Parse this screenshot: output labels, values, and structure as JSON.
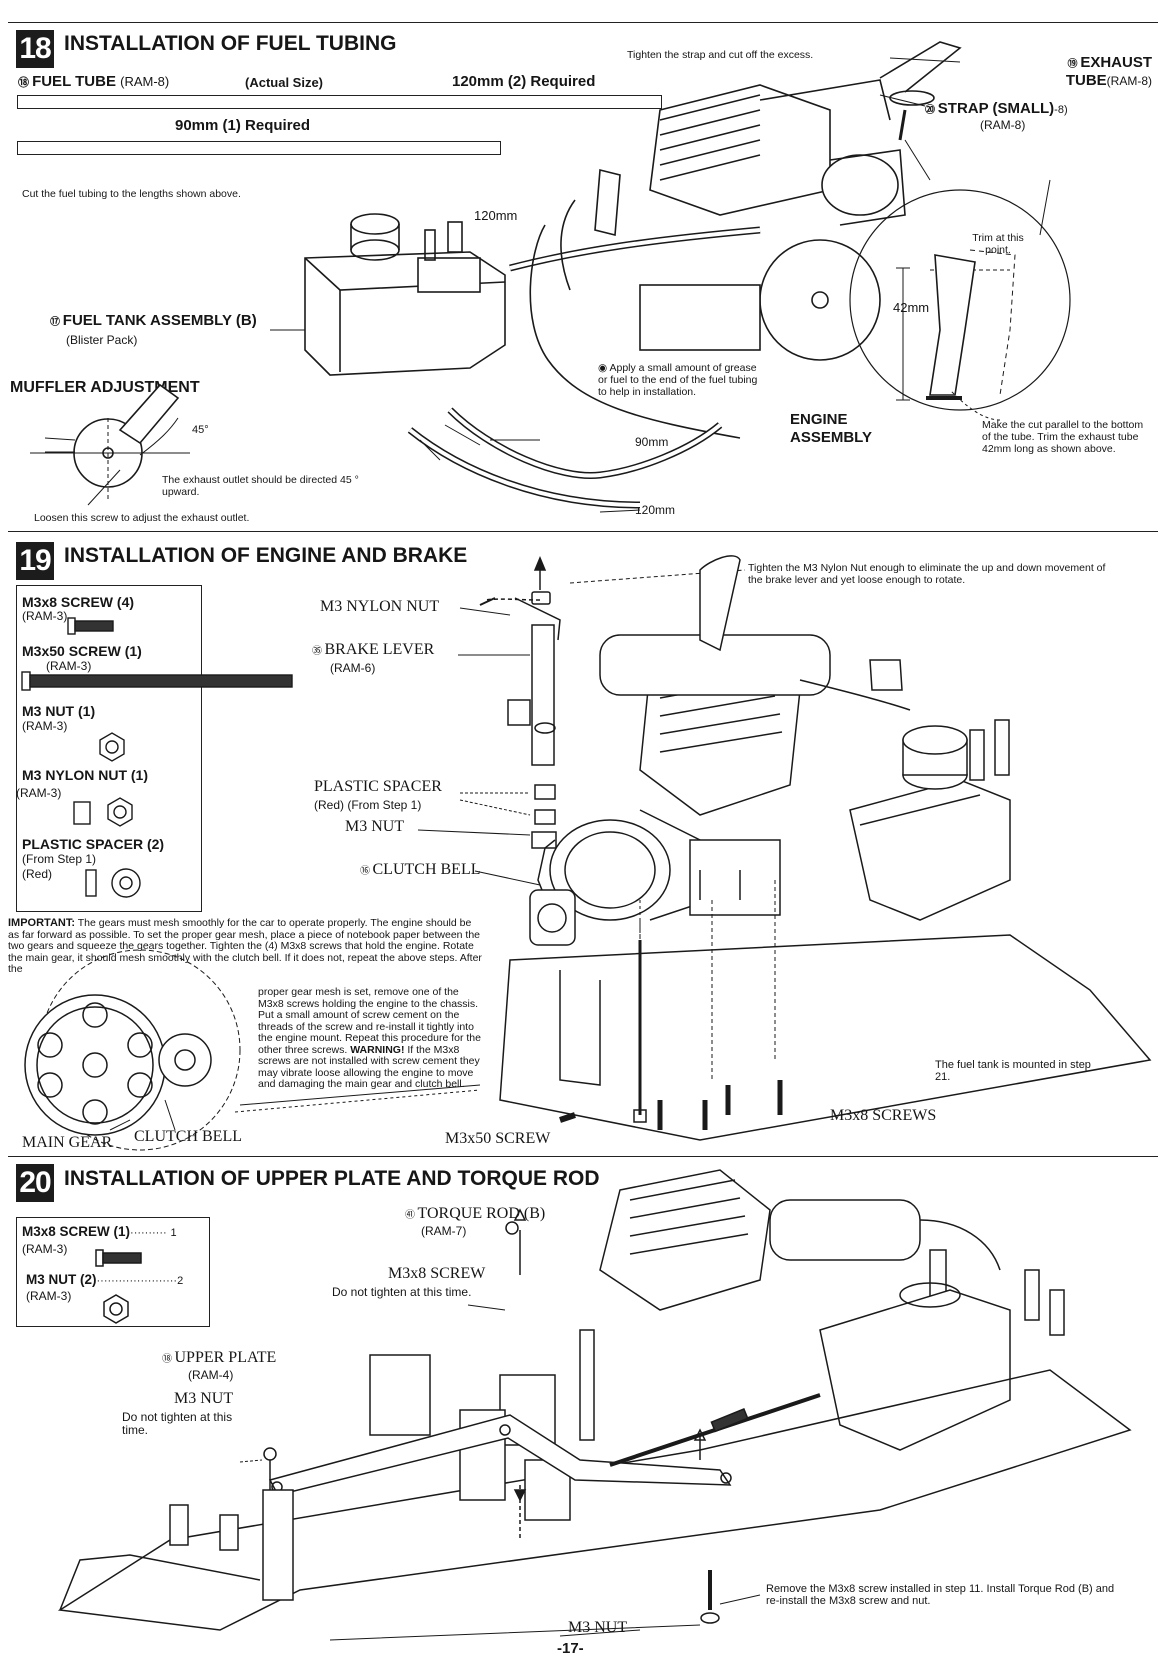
{
  "page_number": "-17-",
  "step18": {
    "number": "18",
    "title": "INSTALLATION OF FUEL TUBING",
    "fuel_tube_label": "FUEL TUBE",
    "fuel_tube_ref": "(RAM-8)",
    "actual_size": "(Actual Size)",
    "tube_120": "120mm (2) Required",
    "tube_90": "90mm (1) Required",
    "cut_note": "Cut the fuel tubing to the lengths shown above.",
    "tighten_strap": "Tighten the strap and cut off the excess.",
    "exhaust_tube": "EXHAUST",
    "exhaust_tube2": "TUBE",
    "exhaust_tube_ref": "(RAM-8)",
    "strap_small": "STRAP (SMALL)",
    "strap_ref": "(RAM-8)",
    "trim_note": "Trim at this point.",
    "dim_42": "42mm",
    "cut_parallel": "Make the cut parallel to the bottom of the tube. Trim the exhaust tube 42mm long as shown above.",
    "len_120_top": "120mm",
    "len_90": "90mm",
    "len_120_bottom": "120mm",
    "grease_note": "Apply a small amount of grease or fuel to the end of the fuel tubing to help in installation.",
    "engine_assembly": "ENGINE ASSEMBLY",
    "fuel_tank": "FUEL TANK ASSEMBLY (B)",
    "fuel_tank_ref": "(Blister Pack)",
    "muffler_adj": "MUFFLER ADJUSTMENT",
    "angle_45": "45°",
    "exhaust_dir": "The exhaust outlet should be directed 45 ° upward.",
    "loosen_screw": "Loosen this screw to adjust the exhaust outlet."
  },
  "step19": {
    "number": "19",
    "title": "INSTALLATION OF ENGINE AND BRAKE",
    "parts": [
      {
        "name": "M3x8 SCREW (4)",
        "ref": "(RAM-3)"
      },
      {
        "name": "M3x50 SCREW (1)",
        "ref": "(RAM-3)"
      },
      {
        "name": "M3 NUT (1)",
        "ref": "(RAM-3)"
      },
      {
        "name": "M3 NYLON NUT (1)",
        "ref": "(RAM-3)"
      },
      {
        "name": "PLASTIC SPACER (2)",
        "ref": "(From Step 1)",
        "ref2": "(Red)"
      }
    ],
    "nylon_nut_callout": "M3 NYLON NUT",
    "brake_lever": "BRAKE LEVER",
    "brake_lever_ref": "(RAM-6)",
    "plastic_spacer": "PLASTIC SPACER",
    "plastic_spacer_ref": "(Red) (From Step 1)",
    "m3_nut": "M3 NUT",
    "clutch_bell": "CLUTCH BELL",
    "tighten_nylon": "Tighten the M3 Nylon Nut enough to eliminate the up and down movement of the brake lever and yet loose enough to rotate.",
    "important_label": "IMPORTANT:",
    "important_text": "The gears must mesh smoothly for the car to operate properly. The engine should be as far forward as possible. To set the proper gear mesh, place a piece of notebook paper between the two gears and squeeze the gears together. Tighten the (4) M3x8 screws that hold the engine. Rotate the main gear, it should mesh smoothly with the clutch bell. If it does not, repeat the above steps. After the",
    "important_text2": "proper gear mesh is set, remove one of the M3x8 screws holding the engine to the chassis. Put a small amount of screw cement on the threads of the screw and re-install it tightly into the engine mount. Repeat this procedure for the other three screws.",
    "warning_label": "WARNING!",
    "warning_text": "If the M3x8 screws are not installed with screw cement they may vibrate loose allowing the engine to move and damaging the main gear and clutch bell.",
    "main_gear": "MAIN GEAR",
    "clutch_bell_lower": "CLUTCH BELL",
    "m3x50_screw": "M3x50 SCREW",
    "m3x8_screws": "M3x8 SCREWS",
    "fuel_tank_step21": "The fuel tank is mounted in step 21."
  },
  "step20": {
    "number": "20",
    "title": "INSTALLATION OF UPPER PLATE AND TORQUE ROD",
    "parts": [
      {
        "name": "M3x8 SCREW (1)",
        "dots": "··········",
        "qty": "1",
        "ref": "(RAM-3)"
      },
      {
        "name": "M3 NUT (2)",
        "dots": "······················",
        "qty": "2",
        "ref": "(RAM-3)"
      }
    ],
    "torque_rod": "TORQUE ROD (B)",
    "torque_rod_ref": "(RAM-7)",
    "m3x8_screw": "M3x8 SCREW",
    "do_not_tighten": "Do not tighten at this time.",
    "upper_plate": "UPPER PLATE",
    "upper_plate_ref": "(RAM-4)",
    "m3_nut": "M3 NUT",
    "do_not_tighten2": "Do not tighten at this time.",
    "m3_nut_bottom": "M3 NUT",
    "remove_note": "Remove the M3x8 screw installed in step 11. Install Torque Rod (B) and re-install the M3x8 screw and nut."
  }
}
